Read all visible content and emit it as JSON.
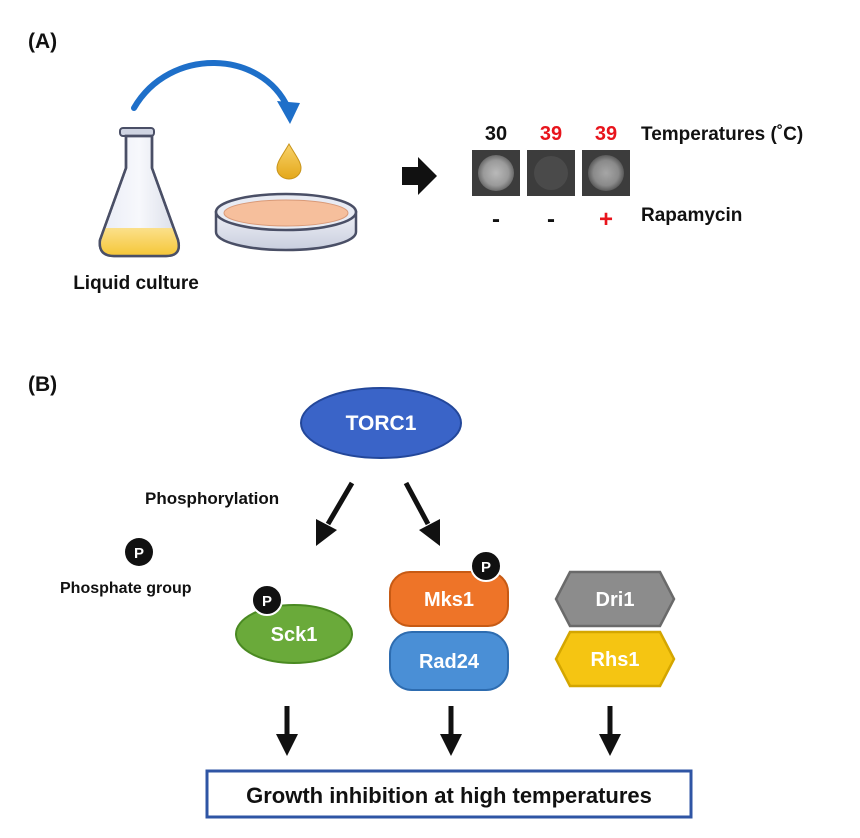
{
  "panel_a": {
    "label": "(A)",
    "culture_label": "Liquid culture",
    "temperatures_label": "Temperatures (˚C)",
    "rapamycin_label": "Rapamycin",
    "spots": [
      {
        "temp": "30",
        "temp_color": "#111111",
        "rapamycin": "-",
        "rapa_color": "#111111"
      },
      {
        "temp": "39",
        "temp_color": "#e8141c",
        "rapamycin": "-",
        "rapa_color": "#111111"
      },
      {
        "temp": "39",
        "temp_color": "#e8141c",
        "rapamycin": "+",
        "rapa_color": "#e8141c"
      }
    ]
  },
  "panel_b": {
    "label": "(B)",
    "torc1": "TORC1",
    "phosphorylation": "Phosphorylation",
    "phosphate_symbol": "P",
    "phosphate_group": "Phosphate group",
    "sck1": "Sck1",
    "mks1": "Mks1",
    "rad24": "Rad24",
    "dri1": "Dri1",
    "rhs1": "Rhs1",
    "outcome": "Growth inhibition at high temperatures"
  },
  "colors": {
    "torc1": "#3a64c8",
    "sck1": "#6aaa3a",
    "mks1": "#ee7428",
    "rad24": "#4a8fd6",
    "dri1": "#8c8c8c",
    "rhs1": "#f5c512",
    "outcome_border": "#2f55a4",
    "curved_arrow": "#1e6fc9"
  }
}
